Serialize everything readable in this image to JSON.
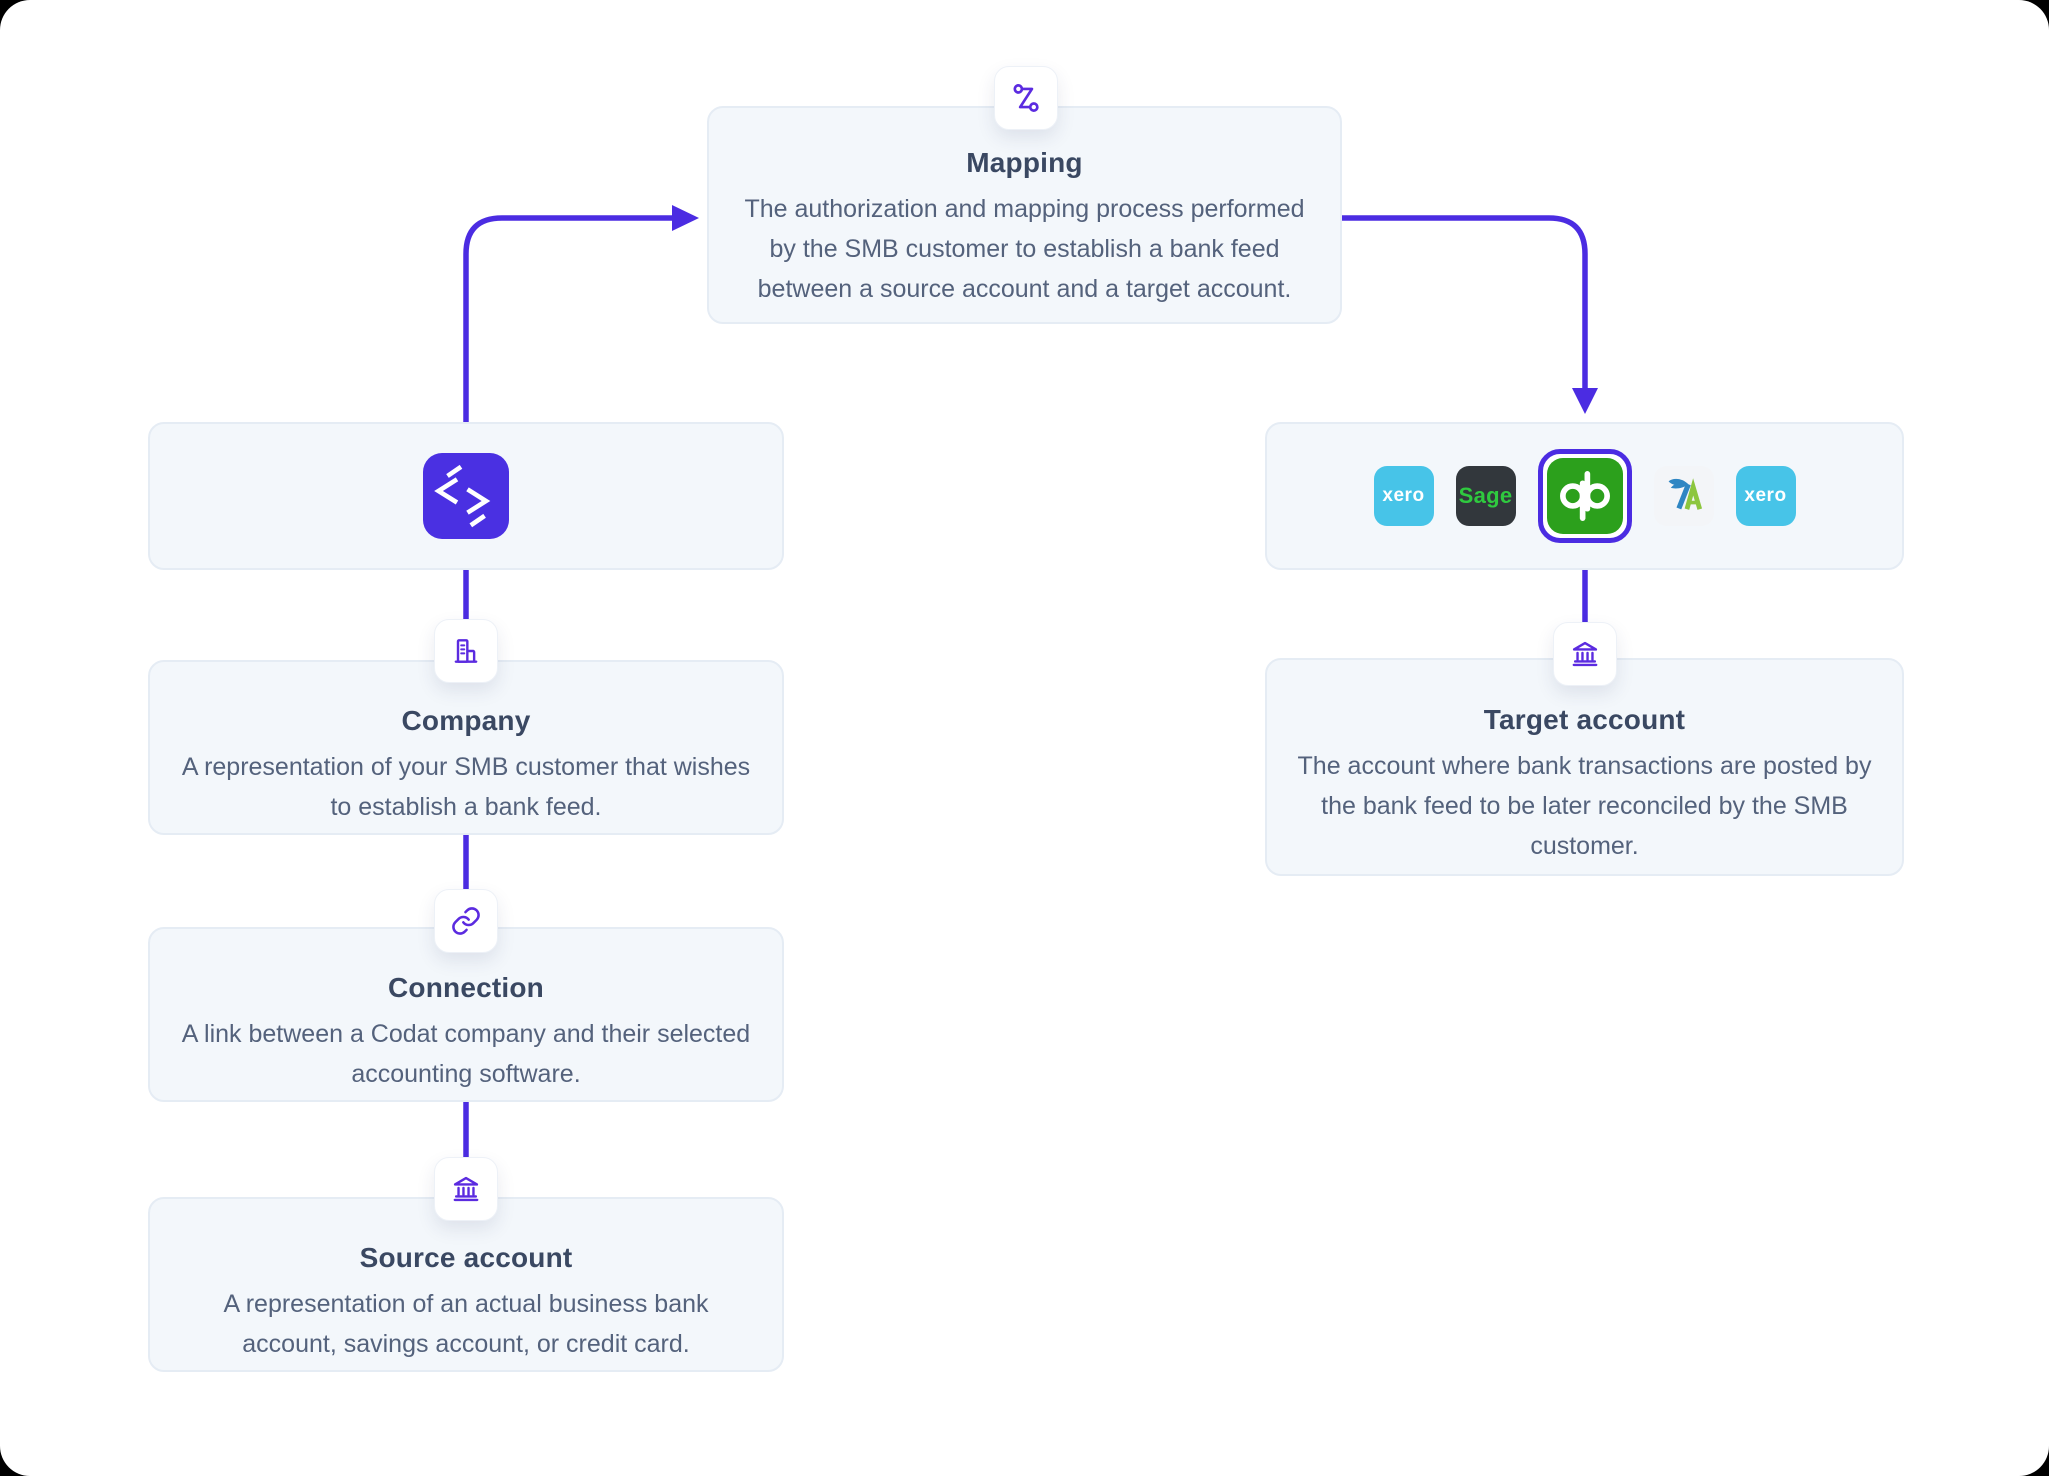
{
  "brand": {
    "accent_purple": "#4b2ce2",
    "codat_logo_purple": "#4a30e2",
    "card_background": "#f3f7fb",
    "card_border": "#e5ecf4",
    "title_color": "#3a4862",
    "body_color": "#54627c"
  },
  "nodes": {
    "mapping": {
      "title": "Mapping",
      "description": "The authorization and mapping process performed by the SMB customer to establish a bank feed between a source account and a target account.",
      "icon": "mapping-route-icon"
    },
    "codat": {
      "icon": "codat-logo"
    },
    "company": {
      "title": "Company",
      "description": "A representation of your SMB customer that wishes to establish a bank feed.",
      "icon": "company-building-icon"
    },
    "connection": {
      "title": "Connection",
      "description": "A link between a Codat company and their selected accounting software.",
      "icon": "link-icon"
    },
    "source_account": {
      "title": "Source account",
      "description": "A representation of an actual business bank account, savings account, or credit card.",
      "icon": "bank-icon"
    },
    "target_account": {
      "title": "Target account",
      "description": "The account where bank transactions are posted by the bank feed to be later reconciled by the SMB customer.",
      "icon": "bank-icon"
    }
  },
  "platforms": {
    "items": [
      {
        "name": "Xero",
        "wordmark": "xero",
        "tile_color": "#47c4e8",
        "selected": false
      },
      {
        "name": "Sage",
        "wordmark": "Sage",
        "tile_color": "#32373c",
        "wordmark_color": "#2fc93f",
        "selected": false
      },
      {
        "name": "QuickBooks",
        "tile_color": "#2ca01c",
        "selected": true
      },
      {
        "name": "FreeAgent",
        "tile_color": "#f3f5f8",
        "selected": false
      },
      {
        "name": "Xero",
        "wordmark": "xero",
        "tile_color": "#47c4e8",
        "selected": false
      }
    ]
  }
}
